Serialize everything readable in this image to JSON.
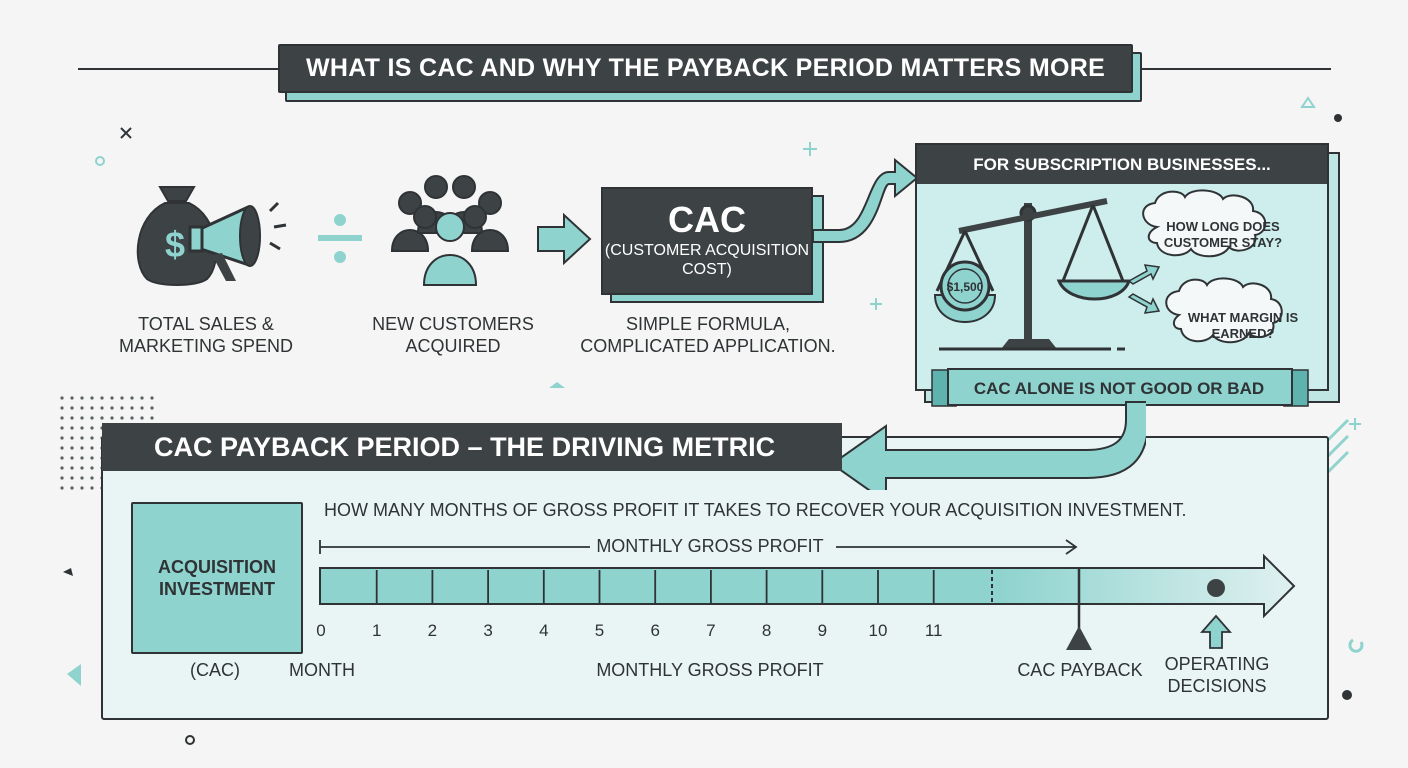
{
  "title": "WHAT IS CAC AND WHY THE PAYBACK PERIOD MATTERS MORE",
  "formula": {
    "spend_label": "TOTAL SALES & MARKETING SPEND",
    "customers_label": "NEW CUSTOMERS ACQUIRED",
    "cac_title": "CAC",
    "cac_subtitle": "(CUSTOMER ACQUISITION COST)",
    "cac_caption": "SIMPLE FORMULA, COMPLICATED APPLICATION.",
    "money_symbol": "$"
  },
  "subscription": {
    "header": "FOR SUBSCRIPTION BUSINESSES...",
    "coin_value": "$1,500",
    "question_stay": "HOW LONG DOES CUSTOMER STAY?",
    "question_margin": "WHAT MARGIN IS EARNED?",
    "ribbon": "CAC ALONE IS NOT GOOD OR BAD"
  },
  "payback": {
    "header": "CAC PAYBACK PERIOD – THE DRIVING METRIC",
    "description": "HOW MANY MONTHS OF GROSS PROFIT IT TAKES TO RECOVER YOUR ACQUISITION INVESTMENT.",
    "investment_label": "ACQUISITION INVESTMENT",
    "cac_label": "(CAC)",
    "month_label": "MONTH",
    "arrow_label": "MONTHLY GROSS PROFIT",
    "bottom_label": "MONTHLY GROSS PROFIT",
    "payback_label": "CAC PAYBACK",
    "operating_label": "OPERATING DECISIONS",
    "months": [
      "0",
      "1",
      "2",
      "3",
      "4",
      "5",
      "6",
      "7",
      "8",
      "9",
      "10",
      "11"
    ]
  },
  "icons": [
    "money-bag-icon",
    "megaphone-icon",
    "divide-icon",
    "people-group-icon",
    "arrow-right-icon",
    "balance-scale-icon",
    "coin-icon",
    "thought-cloud-icon",
    "up-arrow-icon"
  ],
  "colors": {
    "dark": "#3d4244",
    "teal": "#8fd3cf",
    "light_teal": "#cdeeed",
    "background": "#f4f5f4"
  }
}
